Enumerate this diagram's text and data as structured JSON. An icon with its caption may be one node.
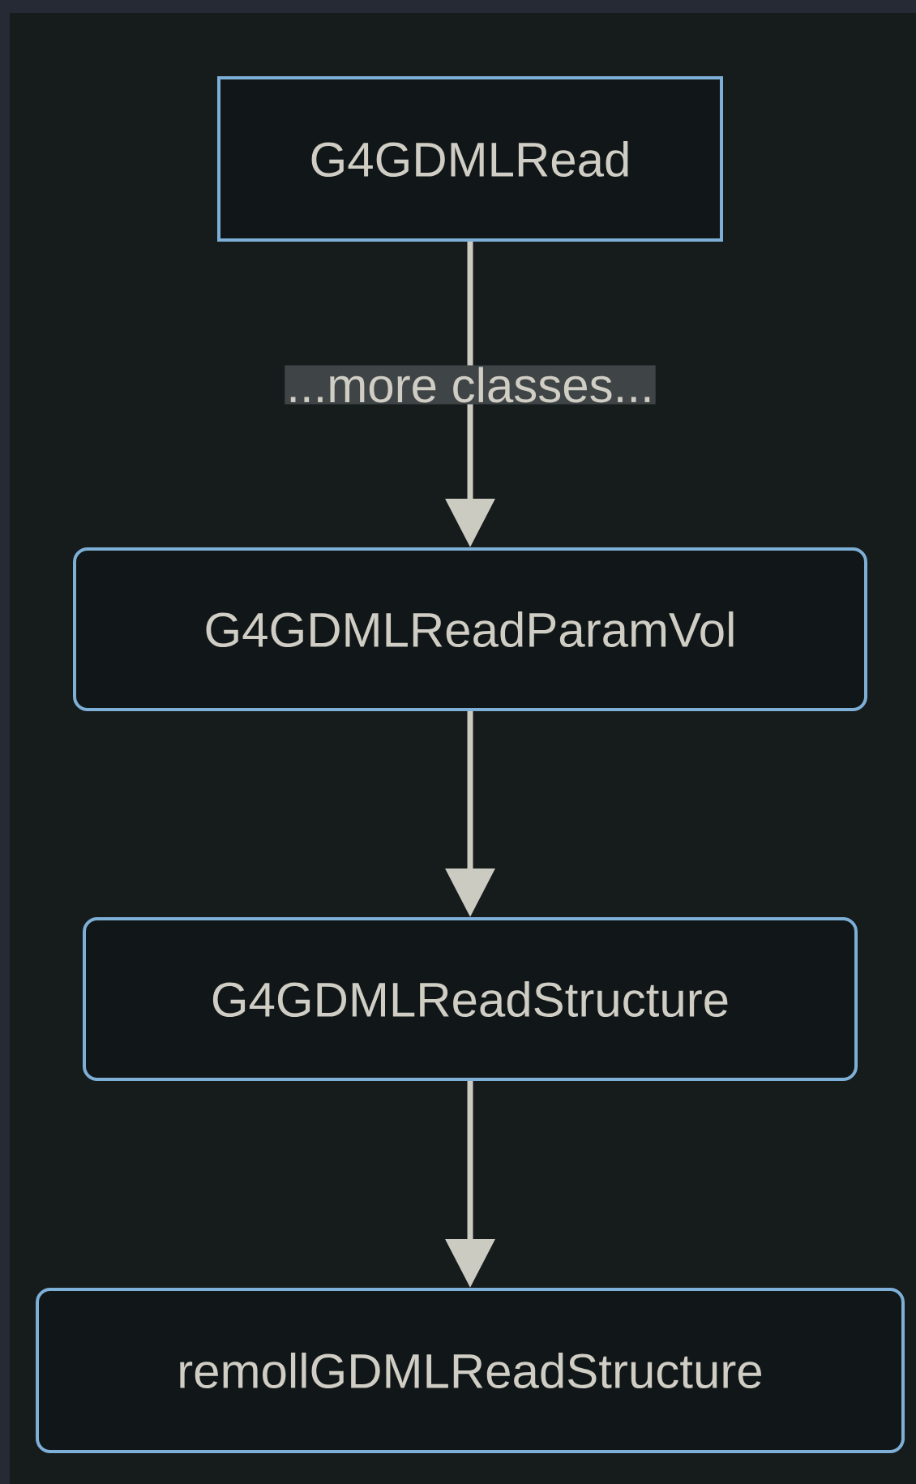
{
  "diagram": {
    "nodes": [
      {
        "text": [
          "G4GDMLRead"
        ]
      },
      {
        "text": [
          "G4GDMLReadParamVol"
        ]
      },
      {
        "text": [
          "G4GDMLReadStructure"
        ]
      },
      {
        "text": [
          "remollGDMLReadStructure"
        ]
      }
    ],
    "edges": [
      {
        "from": 0,
        "to": 1,
        "arrow": "to",
        "label": "...more classes..."
      },
      {
        "from": 1,
        "to": 2,
        "arrow": "to"
      },
      {
        "from": 2,
        "to": 3,
        "arrow": "to"
      }
    ]
  }
}
